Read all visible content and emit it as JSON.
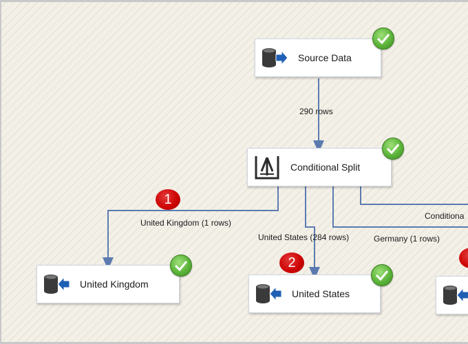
{
  "nodes": {
    "source": {
      "label": "Source Data",
      "icon": "database-output-icon"
    },
    "split": {
      "label": "Conditional Split",
      "icon": "conditional-split-icon"
    },
    "uk": {
      "label": "United Kingdom",
      "icon": "database-input-icon"
    },
    "us": {
      "label": "United States",
      "icon": "database-input-icon"
    }
  },
  "paths": {
    "source_to_split": "290 rows",
    "split_to_uk": "United Kingdom (1 rows)",
    "split_to_us": "United States (284 rows)",
    "split_to_germany": "Germany (1 rows)",
    "split_to_conditional": "Conditiona"
  },
  "badges": {
    "uk": "1",
    "us": "2"
  },
  "colors": {
    "path_line": "#5b7bb0",
    "success": "#5cb43a",
    "badge": "#c00000",
    "db_icon": "#3a3a3a",
    "arrow_icon": "#1f5fb4"
  }
}
